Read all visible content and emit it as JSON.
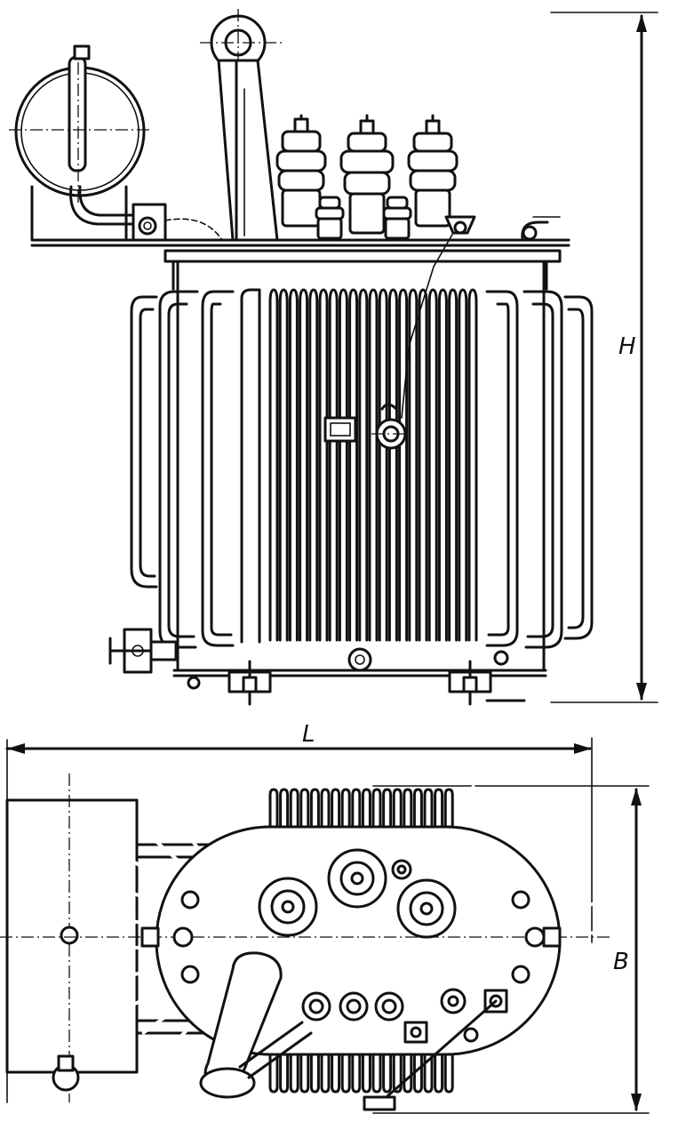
{
  "drawing": {
    "labels": {
      "height": "H",
      "length": "L",
      "width": "B"
    }
  }
}
